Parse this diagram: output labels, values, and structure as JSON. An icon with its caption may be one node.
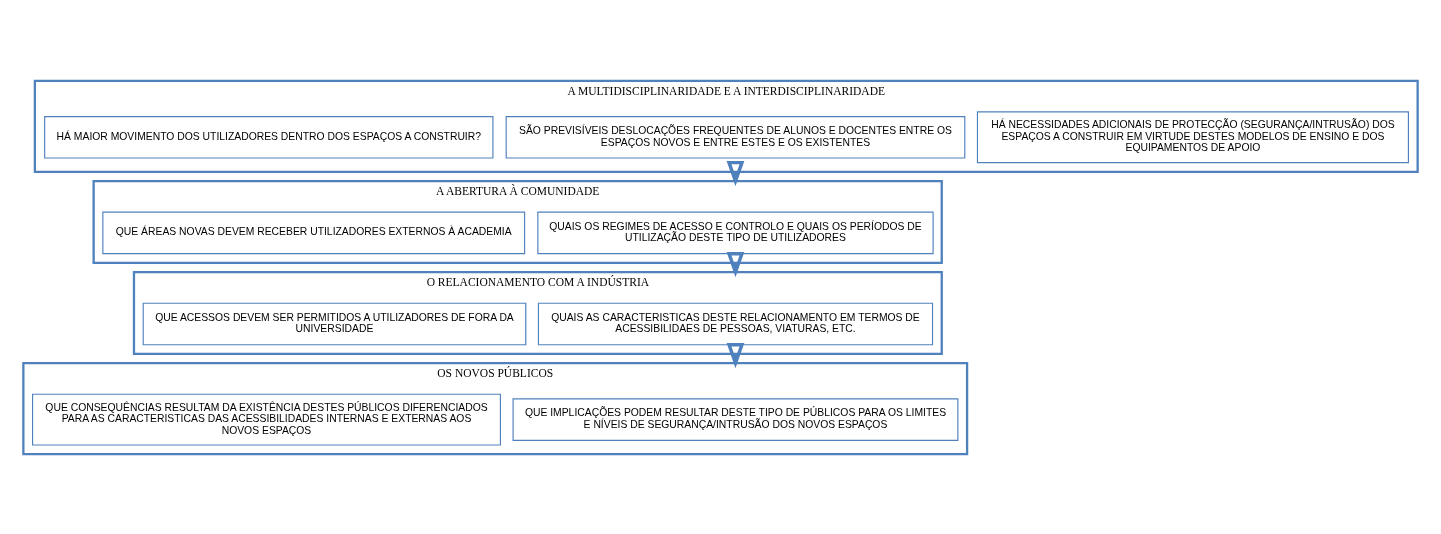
{
  "diagram": {
    "nodes": [
      {
        "text": [
          "A MULTIDISCIPLINARIDADE E A INTERDISCIPLINARIDADE"
        ]
      },
      {
        "text": [
          "HÁ MAIOR MOVIMENTO DOS UTILIZADORES DENTRO DOS ESPAÇOS A CONSTRUIR?"
        ],
        "in": 0
      },
      {
        "text": [
          "SÃO PREVISÍVEIS DESLOCAÇÕES FREQUENTES DE ALUNOS E DOCENTES ENTRE OS ESPAÇOS NOVOS E ENTRE ESTES E OS EXISTENTES"
        ],
        "in": 0
      },
      {
        "text": [
          "HÁ NECESSIDADES ADICIONAIS DE PROTECÇÃO (SEGURANÇA/INTRUSÃO) DOS ESPAÇOS A CONSTRUIR EM VIRTUDE DESTES MODELOS DE ENSINO E DOS EQUIPAMENTOS DE APOIO"
        ],
        "in": 0
      },
      {
        "text": [
          "A ABERTURA À COMUNIDADE"
        ]
      },
      {
        "text": [
          "QUE ÁREAS NOVAS DEVEM RECEBER UTILIZADORES EXTERNOS À ACADEMIA"
        ],
        "in": 4
      },
      {
        "text": [
          "QUAIS OS REGIMES DE ACESSO E CONTROLO E QUAIS OS PERÍODOS DE UTILIZAÇÃO DESTE TIPO DE UTILIZADORES"
        ],
        "in": 4
      },
      {
        "text": [
          "O RELACIONAMENTO COM A INDÚSTRIA"
        ]
      },
      {
        "text": [
          "QUE ACESSOS DEVEM SER PERMITIDOS A UTILIZADORES DE FORA DA UNIVERSIDADE"
        ],
        "in": 7
      },
      {
        "text": [
          "QUAIS AS CARACTERISTICAS DESTE RELACIONAMENTO EM TERMOS DE ACESSIBILIDAES DE PESSOAS, VIATURAS, ETC."
        ],
        "in": 7
      },
      {
        "text": [
          "OS NOVOS PÚBLICOS"
        ]
      },
      {
        "text": [
          "QUE CONSEQUÊNCIAS RESULTAM DA EXISTÊNCIA DESTES PÚBLICOS DIFERENCIADOS PARA AS CARACTERISTICAS DAS ACESSIBILIDADES INTERNAS E EXTERNAS AOS NOVOS ESPAÇOS"
        ],
        "in": 10
      },
      {
        "text": [
          "QUE IMPLICAÇÕES PODEM RESULTAR DESTE TIPO DE PÚBLICOS PARA OS LIMITES E NÍVEIS DE SEGURANÇA/INTRUSÃO DOS NOVOS ESPAÇOS"
        ],
        "in": 10
      }
    ],
    "edges": [
      {
        "from": 0,
        "to": 4,
        "arrow": "to"
      },
      {
        "from": 4,
        "to": 7,
        "arrow": "to"
      },
      {
        "from": 7,
        "to": 10,
        "arrow": "to"
      }
    ]
  }
}
